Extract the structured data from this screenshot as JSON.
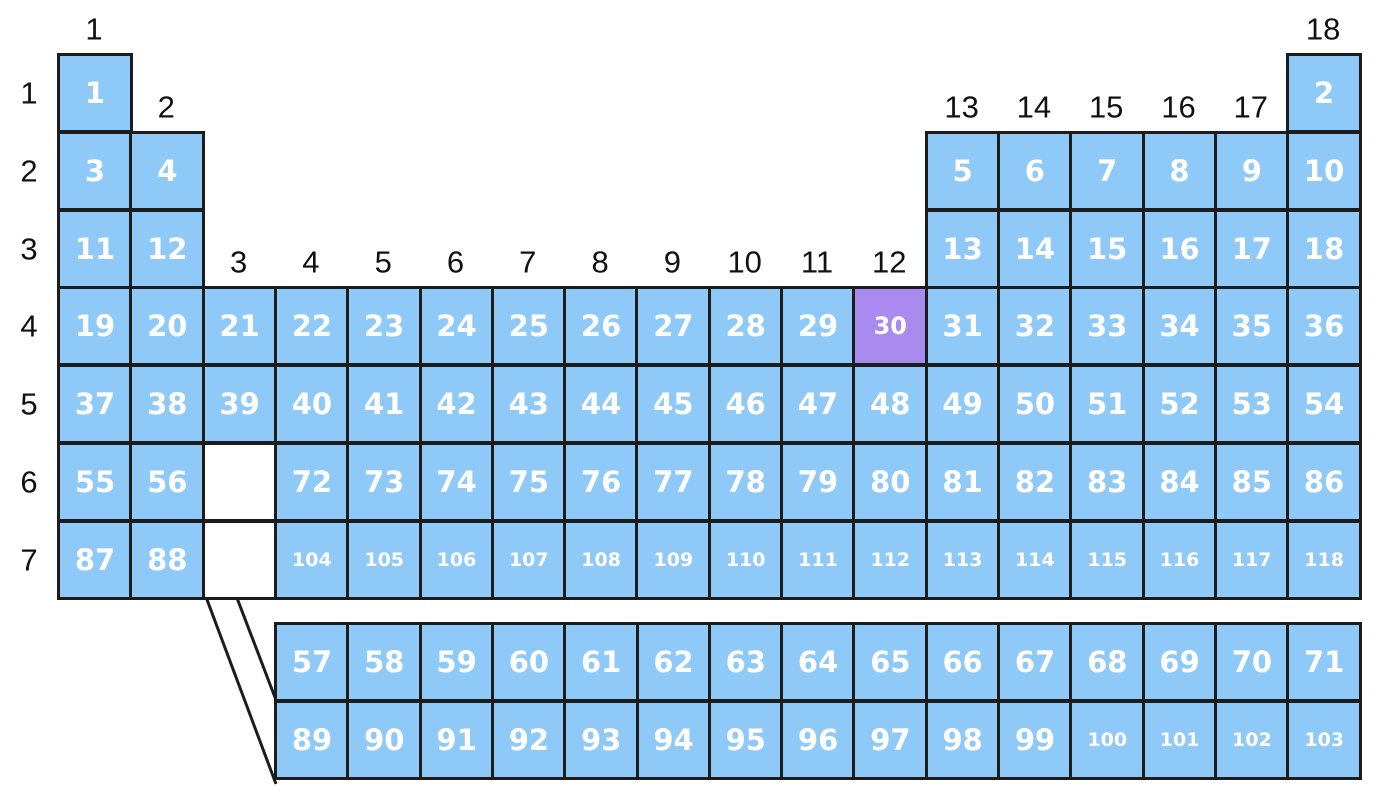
{
  "colors": {
    "cell_fill": "#8fc9f7",
    "highlight_fill": "#a98bf0",
    "border": "#1c1c1c",
    "number_text": "#ffffff",
    "label_text": "#111111"
  },
  "highlighted_element": "30",
  "group_labels": [
    "1",
    "2",
    "3",
    "4",
    "5",
    "6",
    "7",
    "8",
    "9",
    "10",
    "11",
    "12",
    "13",
    "14",
    "15",
    "16",
    "17",
    "18"
  ],
  "period_labels": [
    "1",
    "2",
    "3",
    "4",
    "5",
    "6",
    "7"
  ],
  "main_table": [
    [
      {
        "n": "1",
        "g": 1
      },
      {
        "n": "2",
        "g": 18
      }
    ],
    [
      {
        "n": "3",
        "g": 1
      },
      {
        "n": "4",
        "g": 2
      },
      {
        "n": "5",
        "g": 13
      },
      {
        "n": "6",
        "g": 14
      },
      {
        "n": "7",
        "g": 15
      },
      {
        "n": "8",
        "g": 16
      },
      {
        "n": "9",
        "g": 17
      },
      {
        "n": "10",
        "g": 18
      }
    ],
    [
      {
        "n": "11",
        "g": 1
      },
      {
        "n": "12",
        "g": 2
      },
      {
        "n": "13",
        "g": 13
      },
      {
        "n": "14",
        "g": 14
      },
      {
        "n": "15",
        "g": 15
      },
      {
        "n": "16",
        "g": 16
      },
      {
        "n": "17",
        "g": 17
      },
      {
        "n": "18",
        "g": 18
      }
    ],
    [
      {
        "n": "19",
        "g": 1
      },
      {
        "n": "20",
        "g": 2
      },
      {
        "n": "21",
        "g": 3
      },
      {
        "n": "22",
        "g": 4
      },
      {
        "n": "23",
        "g": 5
      },
      {
        "n": "24",
        "g": 6
      },
      {
        "n": "25",
        "g": 7
      },
      {
        "n": "26",
        "g": 8
      },
      {
        "n": "27",
        "g": 9
      },
      {
        "n": "28",
        "g": 10
      },
      {
        "n": "29",
        "g": 11
      },
      {
        "n": "30",
        "g": 12
      },
      {
        "n": "31",
        "g": 13
      },
      {
        "n": "32",
        "g": 14
      },
      {
        "n": "33",
        "g": 15
      },
      {
        "n": "34",
        "g": 16
      },
      {
        "n": "35",
        "g": 17
      },
      {
        "n": "36",
        "g": 18
      }
    ],
    [
      {
        "n": "37",
        "g": 1
      },
      {
        "n": "38",
        "g": 2
      },
      {
        "n": "39",
        "g": 3
      },
      {
        "n": "40",
        "g": 4
      },
      {
        "n": "41",
        "g": 5
      },
      {
        "n": "42",
        "g": 6
      },
      {
        "n": "43",
        "g": 7
      },
      {
        "n": "44",
        "g": 8
      },
      {
        "n": "45",
        "g": 9
      },
      {
        "n": "46",
        "g": 10
      },
      {
        "n": "47",
        "g": 11
      },
      {
        "n": "48",
        "g": 12
      },
      {
        "n": "49",
        "g": 13
      },
      {
        "n": "50",
        "g": 14
      },
      {
        "n": "51",
        "g": 15
      },
      {
        "n": "52",
        "g": 16
      },
      {
        "n": "53",
        "g": 17
      },
      {
        "n": "54",
        "g": 18
      }
    ],
    [
      {
        "n": "55",
        "g": 1
      },
      {
        "n": "56",
        "g": 2
      },
      {
        "n": "",
        "g": 3
      },
      {
        "n": "72",
        "g": 4
      },
      {
        "n": "73",
        "g": 5
      },
      {
        "n": "74",
        "g": 6
      },
      {
        "n": "75",
        "g": 7
      },
      {
        "n": "76",
        "g": 8
      },
      {
        "n": "77",
        "g": 9
      },
      {
        "n": "78",
        "g": 10
      },
      {
        "n": "79",
        "g": 11
      },
      {
        "n": "80",
        "g": 12
      },
      {
        "n": "81",
        "g": 13
      },
      {
        "n": "82",
        "g": 14
      },
      {
        "n": "83",
        "g": 15
      },
      {
        "n": "84",
        "g": 16
      },
      {
        "n": "85",
        "g": 17
      },
      {
        "n": "86",
        "g": 18
      }
    ],
    [
      {
        "n": "87",
        "g": 1
      },
      {
        "n": "88",
        "g": 2
      },
      {
        "n": "",
        "g": 3
      },
      {
        "n": "104",
        "g": 4
      },
      {
        "n": "105",
        "g": 5
      },
      {
        "n": "106",
        "g": 6
      },
      {
        "n": "107",
        "g": 7
      },
      {
        "n": "108",
        "g": 8
      },
      {
        "n": "109",
        "g": 9
      },
      {
        "n": "110",
        "g": 10
      },
      {
        "n": "111",
        "g": 11
      },
      {
        "n": "112",
        "g": 12
      },
      {
        "n": "113",
        "g": 13
      },
      {
        "n": "114",
        "g": 14
      },
      {
        "n": "115",
        "g": 15
      },
      {
        "n": "116",
        "g": 16
      },
      {
        "n": "117",
        "g": 17
      },
      {
        "n": "118",
        "g": 18
      }
    ]
  ],
  "f_block": [
    [
      "57",
      "58",
      "59",
      "60",
      "61",
      "62",
      "63",
      "64",
      "65",
      "66",
      "67",
      "68",
      "69",
      "70",
      "71"
    ],
    [
      "89",
      "90",
      "91",
      "92",
      "93",
      "94",
      "95",
      "96",
      "97",
      "98",
      "99",
      "100",
      "101",
      "102",
      "103"
    ]
  ]
}
